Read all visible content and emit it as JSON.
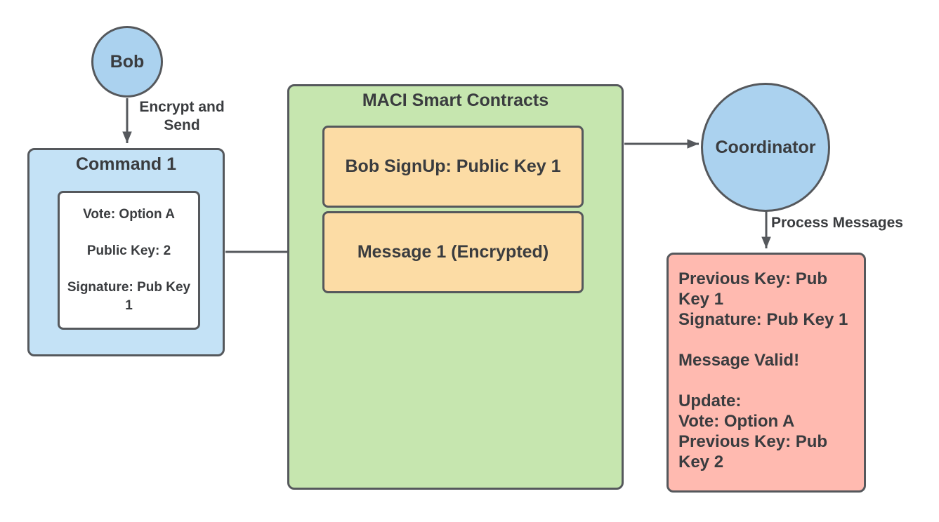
{
  "nodes": {
    "bob": {
      "label": "Bob"
    },
    "command": {
      "title": "Command 1",
      "body": "Vote: Option A\n\nPublic Key: 2\n\nSignature: Pub Key 1"
    },
    "maci": {
      "title": "MACI Smart Contracts",
      "signup": "Bob SignUp: Public Key 1",
      "message": "Message 1 (Encrypted)"
    },
    "coordinator": {
      "label": "Coordinator"
    },
    "result": {
      "body": "Previous Key: Pub Key 1\nSignature: Pub Key 1\n\nMessage Valid!\n\nUpdate:\nVote: Option A\nPrevious Key: Pub Key 2"
    }
  },
  "edges": {
    "encrypt_send": "Encrypt and\nSend",
    "process_messages": "Process Messages"
  },
  "colors": {
    "blue_fill": "#ABD2EF",
    "light_blue_fill": "#C4E2F6",
    "green_fill": "#C6E6AF",
    "orange_fill": "#FCDCA5",
    "pink_fill": "#FFBAB0",
    "white_fill": "#FFFFFF",
    "stroke": "#55585C",
    "text": "#3A3C3F"
  }
}
